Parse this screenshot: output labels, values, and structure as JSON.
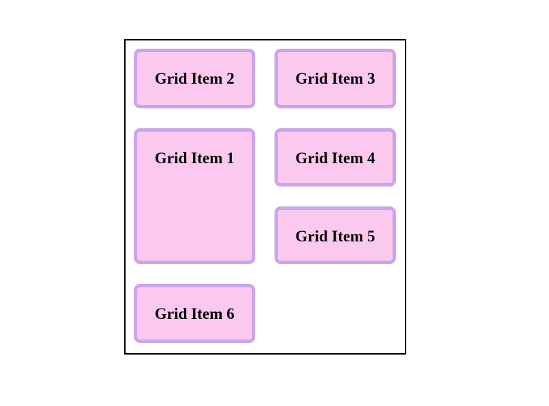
{
  "grid": {
    "items": [
      {
        "id": "item-1",
        "label": "Grid Item 1"
      },
      {
        "id": "item-2",
        "label": "Grid Item 2"
      },
      {
        "id": "item-3",
        "label": "Grid Item 3"
      },
      {
        "id": "item-4",
        "label": "Grid Item 4"
      },
      {
        "id": "item-5",
        "label": "Grid Item 5"
      },
      {
        "id": "item-6",
        "label": "Grid Item 6"
      }
    ]
  },
  "colors": {
    "page_bg": "#ffffff",
    "container_border": "#000000",
    "item_bg": "#fcc9ee",
    "item_border": "#c9a6ec",
    "item_text": "#000000"
  }
}
